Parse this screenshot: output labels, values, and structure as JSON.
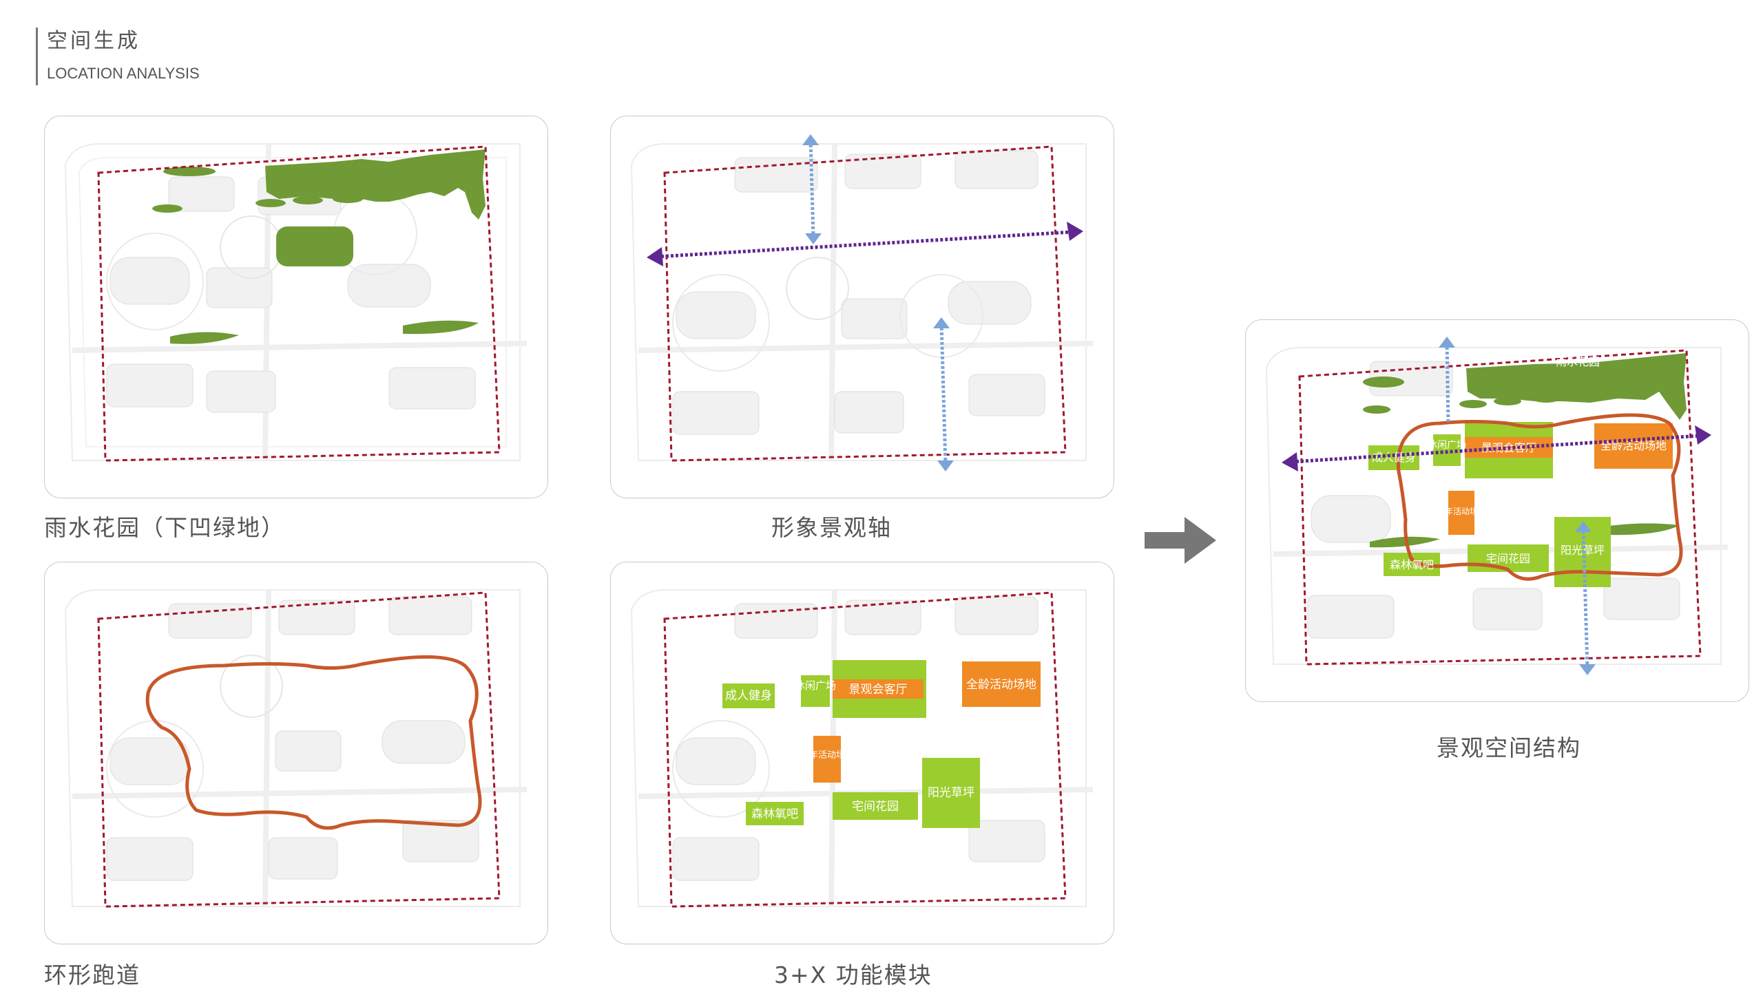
{
  "header": {
    "title_cn": "空间生成",
    "title_en": "LOCATION ANALYSIS"
  },
  "panels": {
    "rain_garden": {
      "caption": "雨水花园（下凹绿地）"
    },
    "landscape_axis": {
      "caption": "形象景观轴"
    },
    "ring_track": {
      "caption": "环形跑道"
    },
    "modules": {
      "caption": "3+X 功能模块",
      "labels": {
        "adult_fitness": "成人健身",
        "leisure_plaza": "休闲广场",
        "landscape_lounge": "景观会客厅",
        "all_age_area": "全龄活动场地",
        "elderly_area": "老年活动场地",
        "forest_oxygen": "森林氧吧",
        "house_garden": "宅间花园",
        "sunny_lawn": "阳光草坪"
      }
    },
    "structure": {
      "caption": "景观空间结构",
      "rain_garden_label": "雨水花园"
    }
  },
  "colors": {
    "boundary": "#a0182e",
    "green": "#6f9a35",
    "lime": "#9ccd2e",
    "orange": "#f08a24",
    "track": "#c8582a",
    "purple": "#5f2790",
    "blue": "#7ba4d9",
    "arrow_gray": "#777777"
  },
  "icons": {
    "transition_arrow": "arrow-right-icon"
  }
}
